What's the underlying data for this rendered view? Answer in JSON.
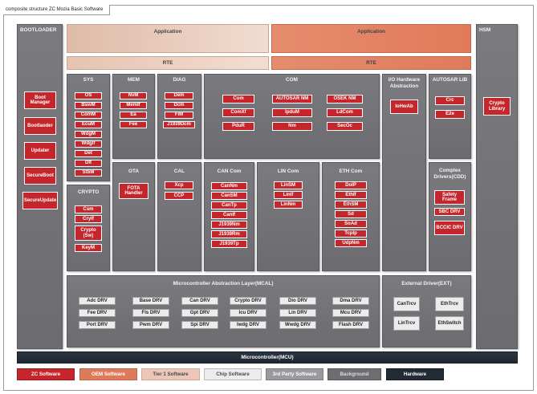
{
  "diagram": {
    "tab_title": "composite structure ZC Mozia Basic Software",
    "bootloader": {
      "title": "BOOTLOADER",
      "items": [
        "Boot Manager",
        "Bootlaoder",
        "Updater",
        "SecureBoot",
        "SecureUpdate"
      ]
    },
    "application": {
      "left": "Application",
      "right": "Application"
    },
    "rte": {
      "left": "RTE",
      "right": "RTE"
    },
    "hsm": {
      "title": "HSM",
      "items": [
        "Crypto Library"
      ]
    },
    "sys": {
      "title": "SYS",
      "items": [
        "OS",
        "BswM",
        "ComM",
        "EcuM",
        "WdgM",
        "WdgIf",
        "Det",
        "Dlt",
        "StbM"
      ]
    },
    "mem": {
      "title": "MEM",
      "items": [
        "NvM",
        "MemIf",
        "Ea",
        "Fee"
      ]
    },
    "diag": {
      "title": "DIAG",
      "items": [
        "Dem",
        "Dcm",
        "FiM",
        "J1939Dcm"
      ]
    },
    "com": {
      "title": "COM",
      "items": [
        "Com",
        "AUTOSAR NM",
        "OSEK NM",
        "ComXf",
        "IpduM",
        "LdCom",
        "PduR",
        "Nm",
        "SecOc"
      ]
    },
    "io": {
      "title": "I/O Hardware Abstraction",
      "items": [
        "IoHwAb"
      ]
    },
    "autosar_lib": {
      "title": "AUTOSAR LIB",
      "items": [
        "Crc",
        "E2e"
      ]
    },
    "crypto": {
      "title": "CRYPTO",
      "items": [
        "Csm",
        "CryIf",
        "Crypto (Sw)",
        "KeyM"
      ]
    },
    "ota": {
      "title": "OTA",
      "items": [
        "FOTA Handler"
      ]
    },
    "cal": {
      "title": "CAL",
      "items": [
        "Xcp",
        "CCP"
      ]
    },
    "can_com": {
      "title": "CAN Com",
      "items": [
        "CanNm",
        "CanSM",
        "CanTp",
        "CanIf",
        "J1939Nm",
        "J1939Rm",
        "J1939Tp"
      ]
    },
    "lin_com": {
      "title": "LIN Com",
      "items": [
        "LinSM",
        "LinIf",
        "LinNm"
      ]
    },
    "eth_com": {
      "title": "ETH Com",
      "items": [
        "DoIP",
        "EthIf",
        "EthSM",
        "Sd",
        "SoAd",
        "TcpIp",
        "UdpNm"
      ]
    },
    "cdd": {
      "title": "Complex Drivers(CDD)",
      "items": [
        "Safety Frame",
        "SBC DRV",
        "BCCIC DRV"
      ]
    },
    "mcal": {
      "title": "Microcontroller Abstraction Layer(MCAL)",
      "items": [
        "Adc DRV",
        "Base DRV",
        "Can DRV",
        "Crypto DRV",
        "Dio DRV",
        "Dma DRV",
        "Fee DRV",
        "Fls DRV",
        "Gpt DRV",
        "Icu DRV",
        "Lin DRV",
        "Mcu DRV",
        "Port DRV",
        "Pwm DRV",
        "Spi DRV",
        "Iwdg DRV",
        "Wwdg DRV",
        "Flash DRV"
      ]
    },
    "ext": {
      "title": "External Driver(EXT)",
      "items": [
        "CanTrcv",
        "EthTrcv",
        "LinTrcv",
        "EthSwitch"
      ]
    },
    "mcu": {
      "title": "Microcontroller(MCU)"
    },
    "legend": [
      {
        "label": "ZC Software",
        "bg": "#c4262b",
        "fg": "#ffffff"
      },
      {
        "label": "OEM Software",
        "bg": "#de7a5c",
        "fg": "#ffffff"
      },
      {
        "label": "Tier 1 Software",
        "bg": "#ecc7b8",
        "fg": "#4a4a4a"
      },
      {
        "label": "Chip Software",
        "bg": "#ececec",
        "fg": "#4a4a4a"
      },
      {
        "label": "3rd Party Software",
        "bg": "#9a9a9e",
        "fg": "#ffffff"
      },
      {
        "label": "Background",
        "bg": "#6d6d72",
        "fg": "#ffffff"
      },
      {
        "label": "Hardware",
        "bg": "#232c36",
        "fg": "#ffffff"
      }
    ]
  }
}
